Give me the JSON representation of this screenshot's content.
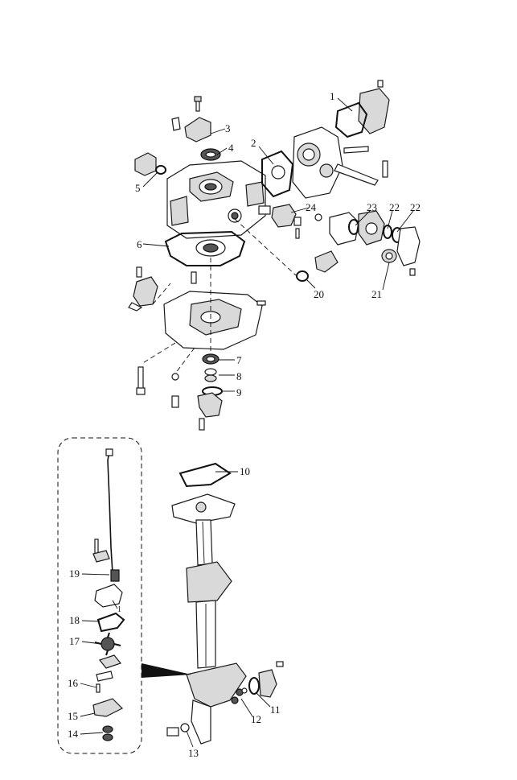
{
  "callouts": [
    {
      "id": "1",
      "text": "1"
    },
    {
      "id": "2",
      "text": "2"
    },
    {
      "id": "3",
      "text": "3"
    },
    {
      "id": "4",
      "text": "4"
    },
    {
      "id": "5",
      "text": "5"
    },
    {
      "id": "6",
      "text": "6"
    },
    {
      "id": "7",
      "text": "7"
    },
    {
      "id": "8",
      "text": "8"
    },
    {
      "id": "9",
      "text": "9"
    },
    {
      "id": "10",
      "text": "10"
    },
    {
      "id": "11",
      "text": "11"
    },
    {
      "id": "12",
      "text": "12"
    },
    {
      "id": "13",
      "text": "13"
    },
    {
      "id": "14",
      "text": "14"
    },
    {
      "id": "15",
      "text": "15"
    },
    {
      "id": "16",
      "text": "16"
    },
    {
      "id": "17",
      "text": "17"
    },
    {
      "id": "18",
      "text": "18"
    },
    {
      "id": "19",
      "text": "19"
    },
    {
      "id": "20",
      "text": "20"
    },
    {
      "id": "21",
      "text": "21"
    },
    {
      "id": "22a",
      "text": "22"
    },
    {
      "id": "22b",
      "text": "22"
    },
    {
      "id": "23",
      "text": "23"
    },
    {
      "id": "24",
      "text": "24"
    },
    {
      "id": "inset1",
      "text": "1"
    }
  ]
}
